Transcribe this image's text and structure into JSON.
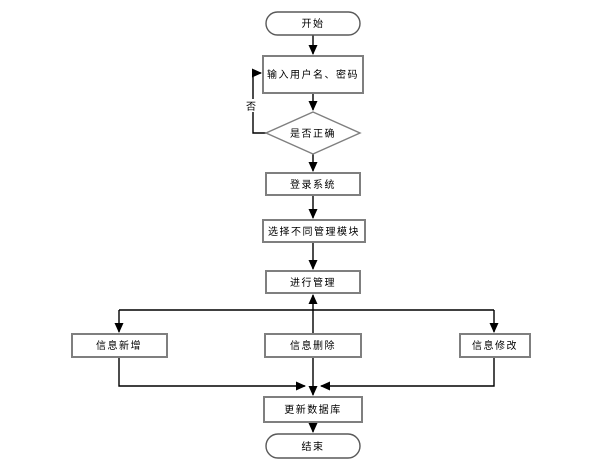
{
  "flowchart": {
    "nodes": {
      "start": "开始",
      "input_credentials": "输入用户名、密码",
      "is_correct": "是否正确",
      "login_system": "登录系统",
      "select_module": "选择不同管理模块",
      "perform_management": "进行管理",
      "info_add": "信息新增",
      "info_delete": "信息删除",
      "info_modify": "信息修改",
      "update_database": "更新数据库",
      "end": "结束"
    },
    "edge_labels": {
      "no": "否"
    },
    "colors": {
      "background": "#ffffff",
      "shape_fill": "#ffffff",
      "rect_border": "#7f7f7f",
      "terminator_border": "#595959",
      "connector": "#000000",
      "text": "#000000"
    }
  }
}
